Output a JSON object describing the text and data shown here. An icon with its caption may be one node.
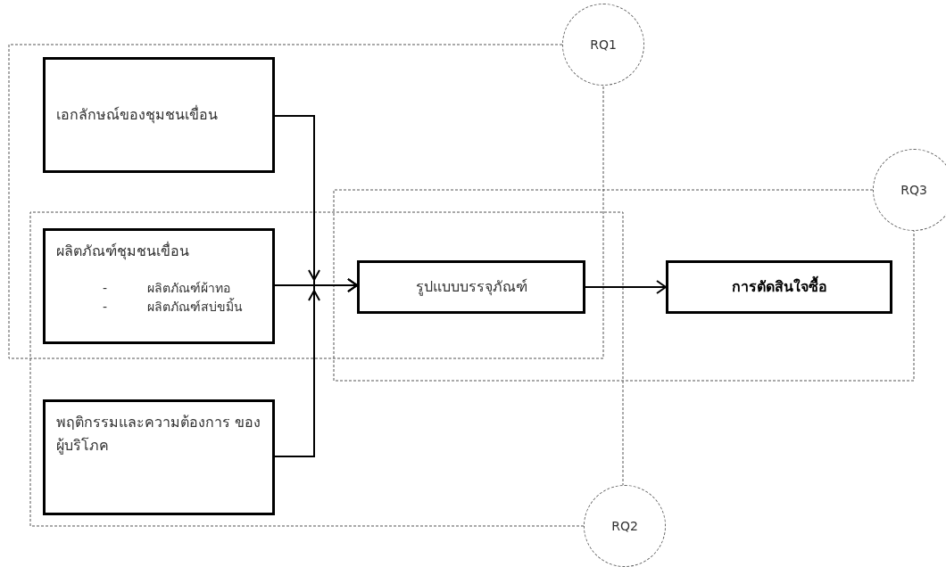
{
  "diagram": {
    "nodes": [
      {
        "text": [
          "เอกลักษณ์ของชุมชนเขื่อน"
        ]
      },
      {
        "text": [
          "ผลิตภัณฑ์ชุมชนเขื่อน",
          "- ผลิตภัณฑ์ผ้าทอ",
          "- ผลิตภัณฑ์สบ่ขมิ้น"
        ]
      },
      {
        "text": [
          "พฤติกรรมและความต้องการ ของผู้บริโภค"
        ]
      },
      {
        "text": [
          "รูปแบบบรรจุภัณฑ์"
        ]
      },
      {
        "text": [
          "การตัดสินใจซื้อ"
        ]
      },
      {
        "text": [
          "RQ1"
        ]
      },
      {
        "text": [
          "RQ3"
        ]
      },
      {
        "text": [
          "RQ2"
        ]
      }
    ],
    "edges": [
      {
        "from": 0,
        "to": 3,
        "arrow": "to"
      },
      {
        "from": 1,
        "to": 3,
        "arrow": "to"
      },
      {
        "from": 2,
        "to": 3,
        "arrow": "to"
      },
      {
        "from": 3,
        "to": 4,
        "arrow": "to"
      }
    ]
  }
}
